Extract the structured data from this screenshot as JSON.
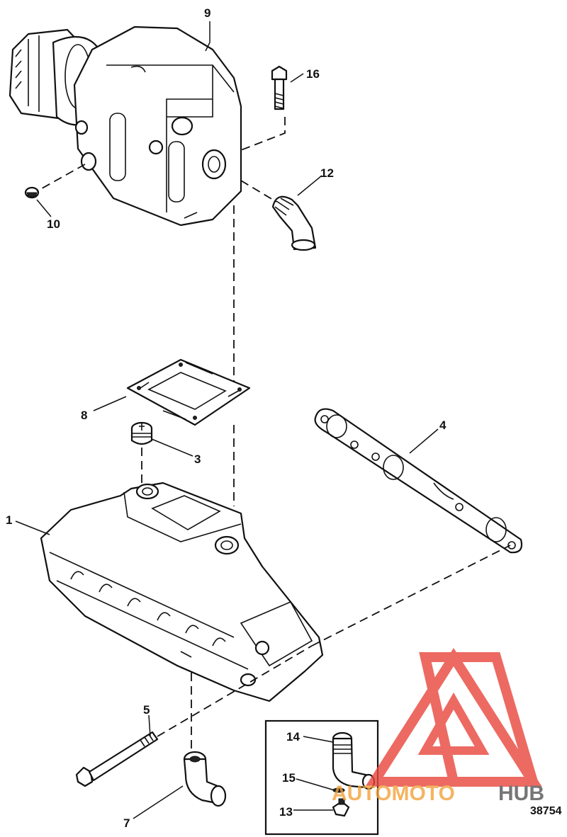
{
  "diagram": {
    "figure_number": "38754",
    "callouts": [
      "1",
      "3",
      "4",
      "5",
      "7",
      "8",
      "9",
      "10",
      "12",
      "13",
      "14",
      "15",
      "16"
    ]
  },
  "watermark": {
    "text_left": "AUTOMOTO",
    "text_right": "HUB",
    "color_primary": "#e8463c",
    "color_secondary": "#f3a23a",
    "color_dark": "#555555"
  }
}
